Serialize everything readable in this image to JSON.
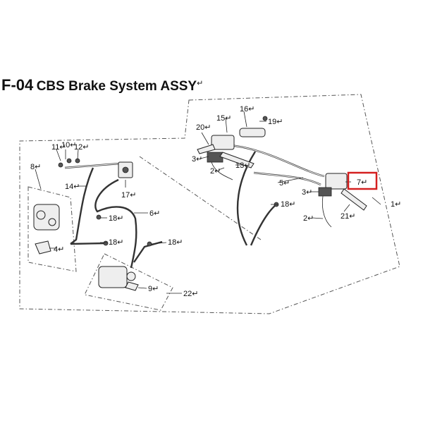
{
  "title": {
    "code": "F-04",
    "name": "CBS Brake System ASSY",
    "mark": "↵"
  },
  "callouts": [
    {
      "id": "c1",
      "text": "1",
      "mark": "↵"
    },
    {
      "id": "c2a",
      "text": "2",
      "mark": "↵"
    },
    {
      "id": "c2b",
      "text": "2",
      "mark": "↵"
    },
    {
      "id": "c3a",
      "text": "3",
      "mark": "↵"
    },
    {
      "id": "c3b",
      "text": "3",
      "mark": "↵"
    },
    {
      "id": "c4",
      "text": "4",
      "mark": "↵"
    },
    {
      "id": "c5",
      "text": "5",
      "mark": "↵"
    },
    {
      "id": "c6",
      "text": "6",
      "mark": "↵"
    },
    {
      "id": "c7",
      "text": "7",
      "mark": "↵"
    },
    {
      "id": "c8",
      "text": "8",
      "mark": "↵"
    },
    {
      "id": "c9",
      "text": "9",
      "mark": "↵"
    },
    {
      "id": "c10",
      "text": "10",
      "mark": "↵"
    },
    {
      "id": "c11",
      "text": "11",
      "mark": "↵"
    },
    {
      "id": "c12",
      "text": "12",
      "mark": "↵"
    },
    {
      "id": "c13",
      "text": "13",
      "mark": "↵"
    },
    {
      "id": "c14",
      "text": "14",
      "mark": "↵"
    },
    {
      "id": "c15",
      "text": "15",
      "mark": "↵"
    },
    {
      "id": "c16",
      "text": "16",
      "mark": "↵"
    },
    {
      "id": "c17",
      "text": "17",
      "mark": "↵"
    },
    {
      "id": "c18a",
      "text": "18",
      "mark": "↵"
    },
    {
      "id": "c18b",
      "text": "18",
      "mark": "↵"
    },
    {
      "id": "c18c",
      "text": "18",
      "mark": "↵"
    },
    {
      "id": "c18d",
      "text": "18",
      "mark": "↵"
    },
    {
      "id": "c19",
      "text": "19",
      "mark": "↵"
    },
    {
      "id": "c20",
      "text": "20",
      "mark": "↵"
    },
    {
      "id": "c21",
      "text": "21",
      "mark": "↵"
    },
    {
      "id": "c22",
      "text": "22",
      "mark": "↵"
    }
  ],
  "highlighted_callout": "7",
  "colors": {
    "highlight": "#d42020",
    "line": "#222222",
    "outline": "#555555"
  }
}
